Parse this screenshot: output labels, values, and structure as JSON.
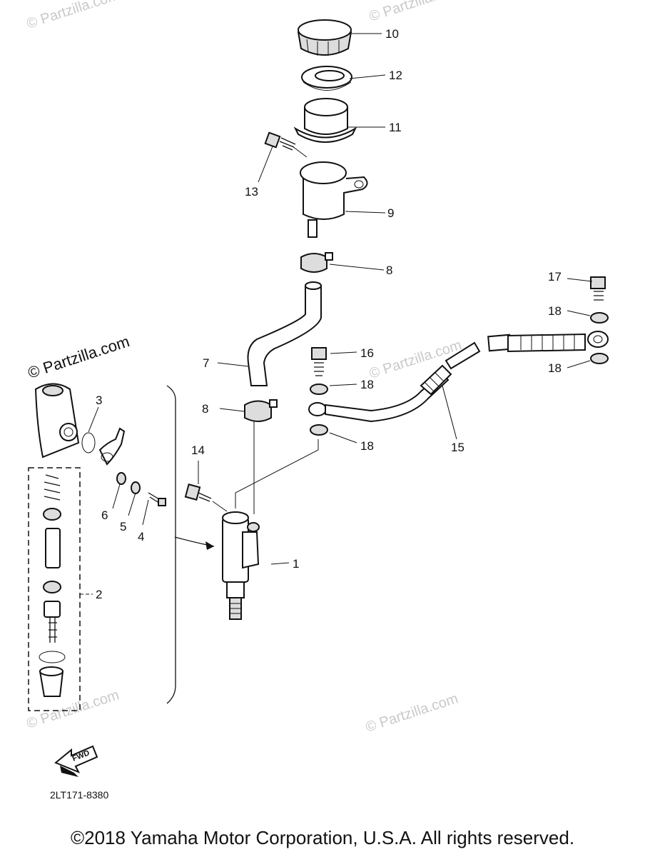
{
  "watermark": "© Partzilla.com",
  "drawing_code": "2LT171-8380",
  "fwd_label": "FWD",
  "copyright": "©2018 Yamaha Motor Corporation, U.S.A. All rights reserved.",
  "callouts": [
    "1",
    "2",
    "3",
    "4",
    "5",
    "6",
    "7",
    "8",
    "8",
    "9",
    "10",
    "11",
    "12",
    "13",
    "14",
    "15",
    "16",
    "17",
    "18",
    "18",
    "18",
    "18"
  ]
}
